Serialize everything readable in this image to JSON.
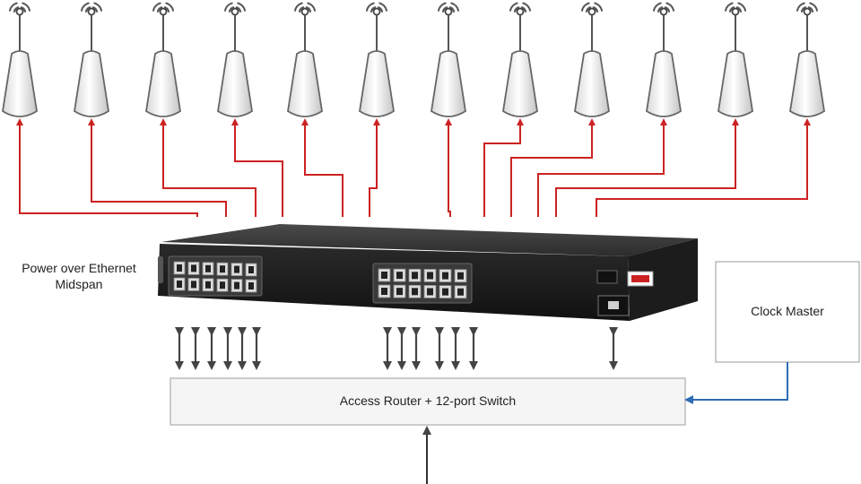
{
  "labels": {
    "poe_line1": "Power over Ethernet",
    "poe_line2": "Midspan",
    "clock_master": "Clock Master",
    "access_router": "Access Router + 12-port Switch"
  },
  "access_points": {
    "count": 12
  },
  "colors": {
    "poe_link": "#cc2222",
    "clock_link": "#2e6db4",
    "ethernet_arrow": "#444444",
    "device_body": "#2a2a2a",
    "box_border": "#bbbbbb"
  },
  "icons": {
    "access_point": "wireless-access-point-icon",
    "midspan": "poe-midspan-device",
    "port": "ethernet-port-icon"
  }
}
